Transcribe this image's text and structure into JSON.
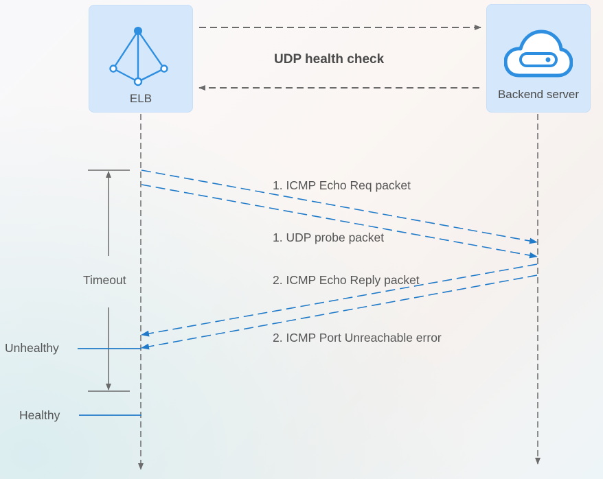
{
  "title": "UDP health check",
  "nodes": {
    "elb": {
      "label": "ELB",
      "icon": "load-balancer-icon"
    },
    "backend": {
      "label": "Backend server",
      "icon": "cloud-server-icon"
    }
  },
  "messages": {
    "icmp_echo_req": "1. ICMP Echo Req packet",
    "udp_probe": "1. UDP probe packet",
    "icmp_echo_reply": "2. ICMP Echo Reply packet",
    "icmp_port_unreachable": "2. ICMP Port Unreachable error"
  },
  "timeout_label": "Timeout",
  "states": {
    "unhealthy": "Unhealthy",
    "healthy": "Healthy"
  },
  "colors": {
    "accent_blue": "#1f7ac9",
    "node_fill": "#d5e8fb",
    "gray_line": "#6b6b6b",
    "icon_blue": "#2e8ee0"
  }
}
